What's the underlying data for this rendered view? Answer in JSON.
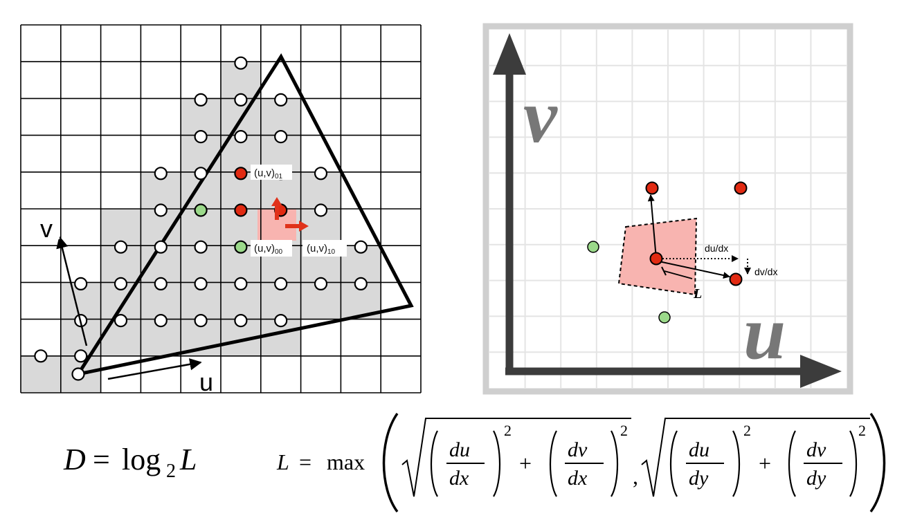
{
  "left_diagram": {
    "grid": {
      "cols": 10,
      "rows": 10
    },
    "covered_rows": [
      {
        "row": 1,
        "from": 6,
        "to": 6
      },
      {
        "row": 2,
        "from": 5,
        "to": 7
      },
      {
        "row": 3,
        "from": 5,
        "to": 7
      },
      {
        "row": 4,
        "from": 4,
        "to": 8
      },
      {
        "row": 5,
        "from": 3,
        "to": 8
      },
      {
        "row": 6,
        "from": 3,
        "to": 9
      },
      {
        "row": 7,
        "from": 2,
        "to": 9
      },
      {
        "row": 8,
        "from": 2,
        "to": 7
      },
      {
        "row": 9,
        "from": 1,
        "to": 2
      }
    ],
    "samples": [
      {
        "col": 6,
        "row": 1,
        "state": "white"
      },
      {
        "col": 5,
        "row": 2,
        "state": "white"
      },
      {
        "col": 6,
        "row": 2,
        "state": "white"
      },
      {
        "col": 7,
        "row": 2,
        "state": "white"
      },
      {
        "col": 5,
        "row": 3,
        "state": "white"
      },
      {
        "col": 6,
        "row": 3,
        "state": "white"
      },
      {
        "col": 7,
        "row": 3,
        "state": "white"
      },
      {
        "col": 4,
        "row": 4,
        "state": "white"
      },
      {
        "col": 5,
        "row": 4,
        "state": "white"
      },
      {
        "col": 6,
        "row": 4,
        "state": "red"
      },
      {
        "col": 7,
        "row": 4,
        "state": "red"
      },
      {
        "col": 8,
        "row": 4,
        "state": "white"
      },
      {
        "col": 4,
        "row": 5,
        "state": "white"
      },
      {
        "col": 5,
        "row": 5,
        "state": "green"
      },
      {
        "col": 6,
        "row": 5,
        "state": "red"
      },
      {
        "col": 7,
        "row": 5,
        "state": "red"
      },
      {
        "col": 8,
        "row": 5,
        "state": "white"
      },
      {
        "col": 3,
        "row": 6,
        "state": "white"
      },
      {
        "col": 4,
        "row": 6,
        "state": "white"
      },
      {
        "col": 5,
        "row": 6,
        "state": "white"
      },
      {
        "col": 6,
        "row": 6,
        "state": "green"
      },
      {
        "col": 7,
        "row": 6,
        "state": "white"
      },
      {
        "col": 8,
        "row": 6,
        "state": "white"
      },
      {
        "col": 9,
        "row": 6,
        "state": "white"
      },
      {
        "col": 2,
        "row": 7,
        "state": "white"
      },
      {
        "col": 3,
        "row": 7,
        "state": "white"
      },
      {
        "col": 4,
        "row": 7,
        "state": "white"
      },
      {
        "col": 5,
        "row": 7,
        "state": "white"
      },
      {
        "col": 6,
        "row": 7,
        "state": "white"
      },
      {
        "col": 7,
        "row": 7,
        "state": "white"
      },
      {
        "col": 8,
        "row": 7,
        "state": "white"
      },
      {
        "col": 9,
        "row": 7,
        "state": "white"
      },
      {
        "col": 2,
        "row": 8,
        "state": "white"
      },
      {
        "col": 3,
        "row": 8,
        "state": "white"
      },
      {
        "col": 4,
        "row": 8,
        "state": "white"
      },
      {
        "col": 5,
        "row": 8,
        "state": "white"
      },
      {
        "col": 6,
        "row": 8,
        "state": "white"
      },
      {
        "col": 7,
        "row": 8,
        "state": "white"
      },
      {
        "col": 1,
        "row": 9,
        "state": "white"
      },
      {
        "col": 2,
        "row": 9,
        "state": "white"
      }
    ],
    "labels": {
      "uv00": {
        "base": "(u,v)",
        "sub": "00"
      },
      "uv01": {
        "base": "(u,v)",
        "sub": "01"
      },
      "uv10": {
        "base": "(u,v)",
        "sub": "10"
      },
      "axis_u": "u",
      "axis_v": "v"
    }
  },
  "right_diagram": {
    "axis_u": "u",
    "axis_v": "v",
    "du_dx": "du/dx",
    "dv_dx": "dv/dx",
    "L": "L"
  },
  "formula": {
    "D": "D",
    "equals": "=",
    "log": "log",
    "base": "2",
    "L": "L",
    "max": "max",
    "du": "du",
    "dv": "dv",
    "dx": "dx",
    "dy": "dy",
    "exp": "2",
    "plus": "+",
    "comma": ","
  },
  "colors": {
    "coverage": "#d9d9d9",
    "footprint": "#f8b4b0",
    "red_sample": "#e12a12",
    "green_sample": "#9bd98a",
    "arrow_red": "#e0321a",
    "axis_gray": "#3c3c3c",
    "grid_light": "#e4e4e4",
    "frame": "#cfcfcf",
    "axis_letter": "#777777"
  }
}
